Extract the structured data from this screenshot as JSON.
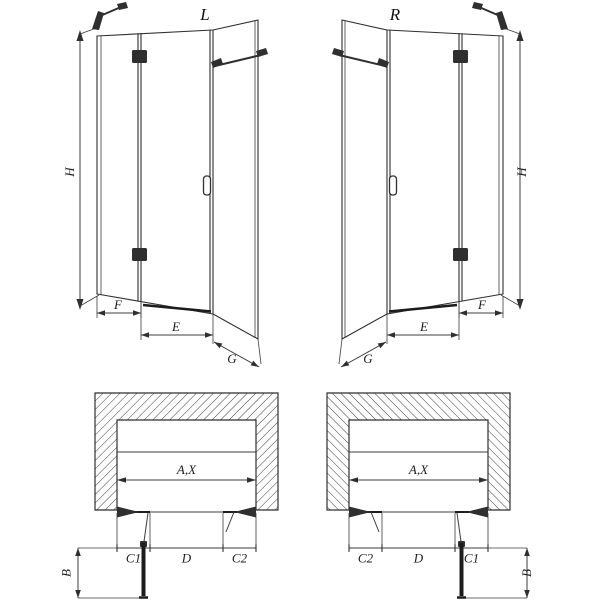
{
  "drawing": {
    "background": "#ffffff",
    "line_color": "#3c3c3c"
  },
  "perspective_left": {
    "variant": "L",
    "dims": {
      "height": "H",
      "side_panel": "F",
      "door": "E",
      "return_panel": "G"
    }
  },
  "perspective_right": {
    "variant": "R",
    "dims": {
      "height": "H",
      "side_panel": "F",
      "door": "E",
      "return_panel": "G"
    }
  },
  "plan_left": {
    "dims": {
      "opening": "A,X",
      "left_segment": "C1",
      "door": "D",
      "right_segment": "C2",
      "projection": "B"
    }
  },
  "plan_right": {
    "dims": {
      "opening": "A,X",
      "left_segment": "C2",
      "door": "D",
      "right_segment": "C1",
      "projection": "B"
    }
  }
}
